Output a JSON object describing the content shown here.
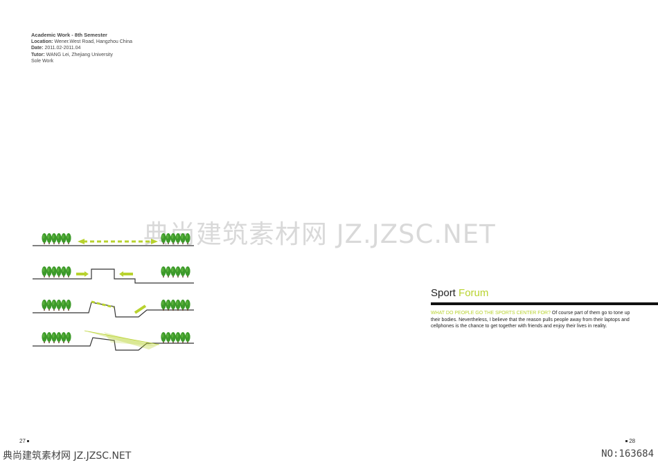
{
  "meta": {
    "title": "Academic Work - 8th Semester",
    "location_label": "Location:",
    "location_value": "Wener.West Road, Hangzhou China",
    "date_label": "Date:",
    "date_value": "2011.02-2011.04",
    "tutor_label": "Tutor:",
    "tutor_value": "WANG Lei, Zhejiang University",
    "extra": "Sole Work"
  },
  "watermark": "典尚建筑素材网 JZ.JZSC.NET",
  "section": {
    "title_main": "Sport",
    "title_accent": "Forum",
    "question": "WHAT DO PEOPLE GO THE SPORTS CENTER FOR?",
    "body": "Of course part of them go to tone up their bodies. Nevertheless, I believe that the reason pulls people away from their laptops and cellphones is the chance to get together with friends and enjoy their lives in reality."
  },
  "pages": {
    "left": "27",
    "right": "28"
  },
  "footer": {
    "brand": "典尚建筑素材网 JZ.JZSC.NET",
    "number": "NO:163684"
  },
  "colors": {
    "accent": "#b8d22e",
    "tree": "#3d9a2a",
    "ground": "#333333"
  }
}
